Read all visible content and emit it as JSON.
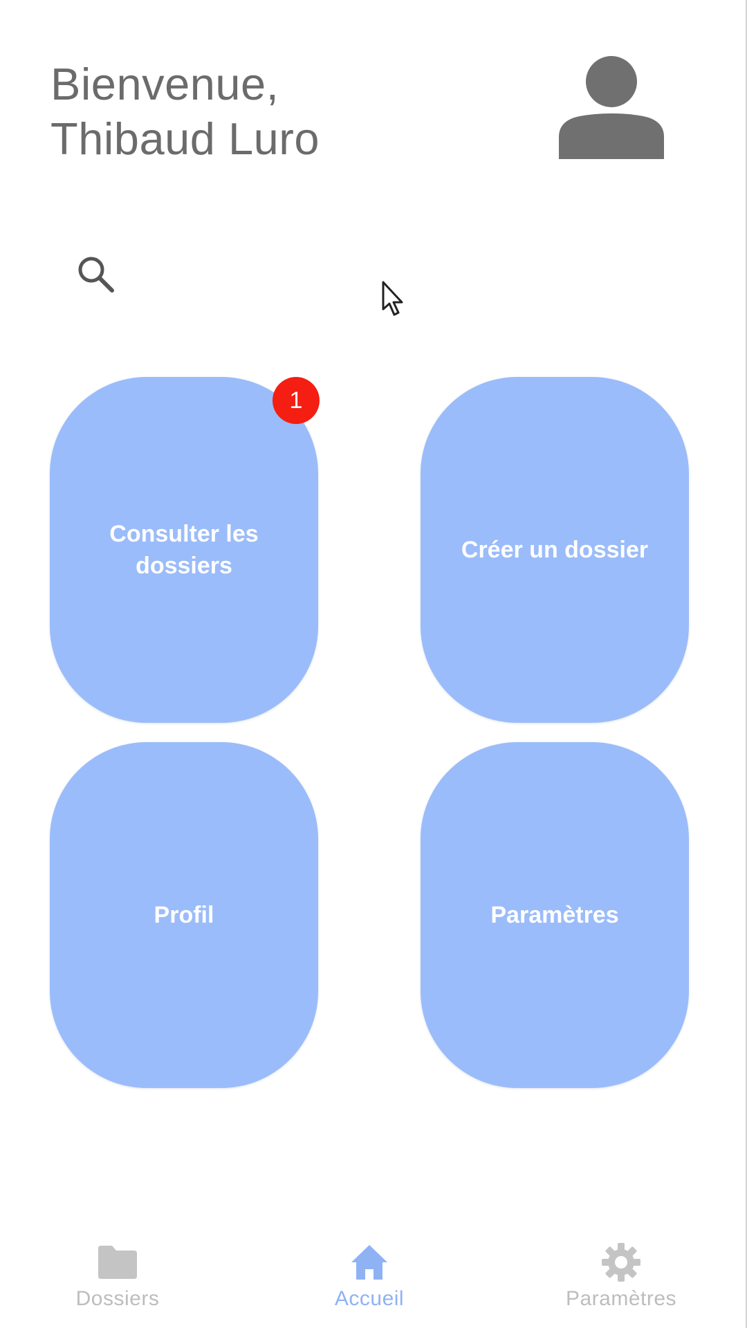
{
  "header": {
    "greeting_line1": "Bienvenue,",
    "greeting_line2": "Thibaud Luro",
    "avatar_icon": "person-icon"
  },
  "search": {
    "icon": "search-icon"
  },
  "tiles": [
    {
      "label": "Consulter les dossiers",
      "badge": "1"
    },
    {
      "label": "Créer un dossier"
    },
    {
      "label": "Profil"
    },
    {
      "label": "Paramètres"
    }
  ],
  "bottom_nav": {
    "items": [
      {
        "label": "Dossiers",
        "icon": "folder-icon",
        "active": false
      },
      {
        "label": "Accueil",
        "icon": "home-icon",
        "active": true
      },
      {
        "label": "Paramètres",
        "icon": "gear-icon",
        "active": false
      }
    ]
  },
  "colors": {
    "tile_background": "#9bbcfa",
    "tile_text": "#ffffff",
    "badge": "#f41e12",
    "active_nav": "#8fb2f4",
    "inactive_nav": "#bdbdbd",
    "greeting_text": "#6b6b6b",
    "avatar": "#707070"
  }
}
